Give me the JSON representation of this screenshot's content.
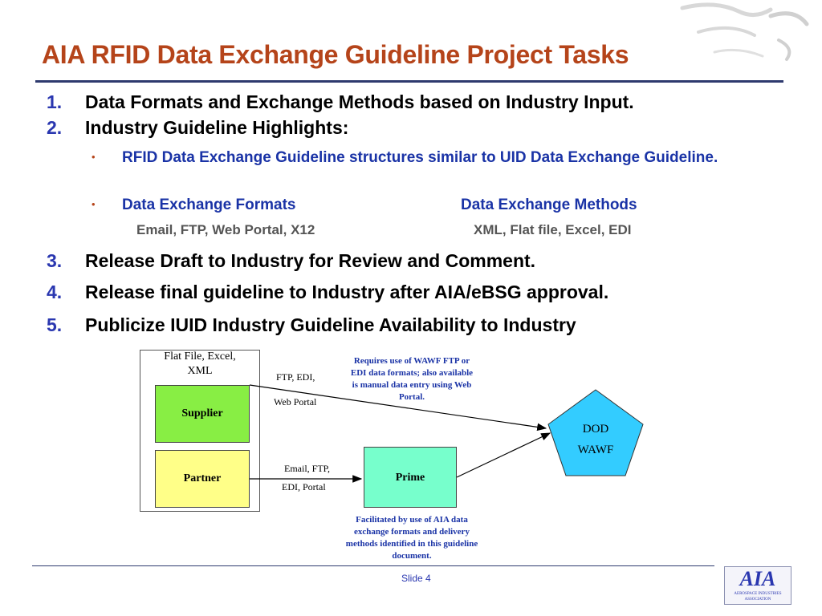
{
  "title": "AIA RFID Data Exchange Guideline Project Tasks",
  "items": [
    {
      "num": "1.",
      "text": "Data Formats and Exchange Methods based on Industry Input."
    },
    {
      "num": "2.",
      "text": "Industry Guideline Highlights:"
    },
    {
      "num": "3.",
      "text": "Release Draft to Industry for Review and Comment."
    },
    {
      "num": "4.",
      "text": "Release final guideline to Industry after AIA/eBSG approval."
    },
    {
      "num": "5.",
      "text": "Publicize IUID Industry Guideline Availability to Industry"
    }
  ],
  "bullets": {
    "b1": "RFID Data Exchange Guideline structures similar to UID Data Exchange Guideline.",
    "b2_left": "Data Exchange Formats",
    "b2_right": "Data Exchange Methods",
    "sub_left": "Email, FTP, Web Portal, X12",
    "sub_right": "XML, Flat file, Excel, EDI"
  },
  "diagram": {
    "group_label_1": "Flat File, Excel,",
    "group_label_2": "XML",
    "supplier": "Supplier",
    "partner": "Partner",
    "prime": "Prime",
    "dod_1": "DOD",
    "dod_2": "WAWF",
    "arrow1_label_1": "FTP, EDI,",
    "arrow1_label_2": "Web Portal",
    "arrow2_label_1": "Email, FTP,",
    "arrow2_label_2": "EDI, Portal",
    "note_top": "Requires use of WAWF FTP or EDI data formats; also available is manual data entry using Web Portal.",
    "note_bottom": "Facilitated by use of AIA data exchange formats and delivery methods identified in this guideline document."
  },
  "footer": {
    "slide": "Slide 4",
    "logo_text": "AIA",
    "logo_sub": "AEROSPACE INDUSTRIES ASSOCIATION"
  },
  "colors": {
    "title": "#b5441a",
    "number": "#2a37b0",
    "bullet_text": "#1a33a6",
    "supplier": "#88ee44",
    "partner": "#ffff88",
    "prime": "#77ffcc",
    "dod": "#33ccff"
  }
}
